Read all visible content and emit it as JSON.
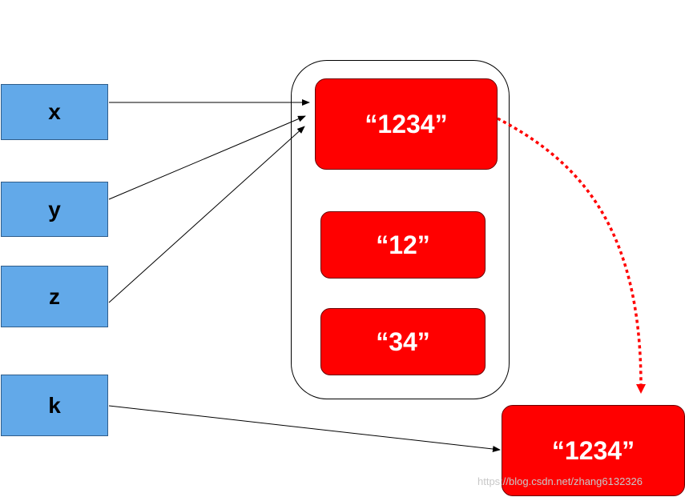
{
  "variables": [
    {
      "id": "x",
      "label": "x"
    },
    {
      "id": "y",
      "label": "y"
    },
    {
      "id": "z",
      "label": "z"
    },
    {
      "id": "k",
      "label": "k"
    }
  ],
  "pool_strings": [
    {
      "id": "s1234",
      "label": "“1234”"
    },
    {
      "id": "s12",
      "label": "“12”"
    },
    {
      "id": "s34",
      "label": "“34”"
    }
  ],
  "heap_string": {
    "label": "“1234”"
  },
  "watermark": "https://blog.csdn.net/zhang6132326",
  "colors": {
    "variable_box": "#62a9e9",
    "string_box": "#ff0000",
    "copy_arrow": "#ff0000"
  }
}
